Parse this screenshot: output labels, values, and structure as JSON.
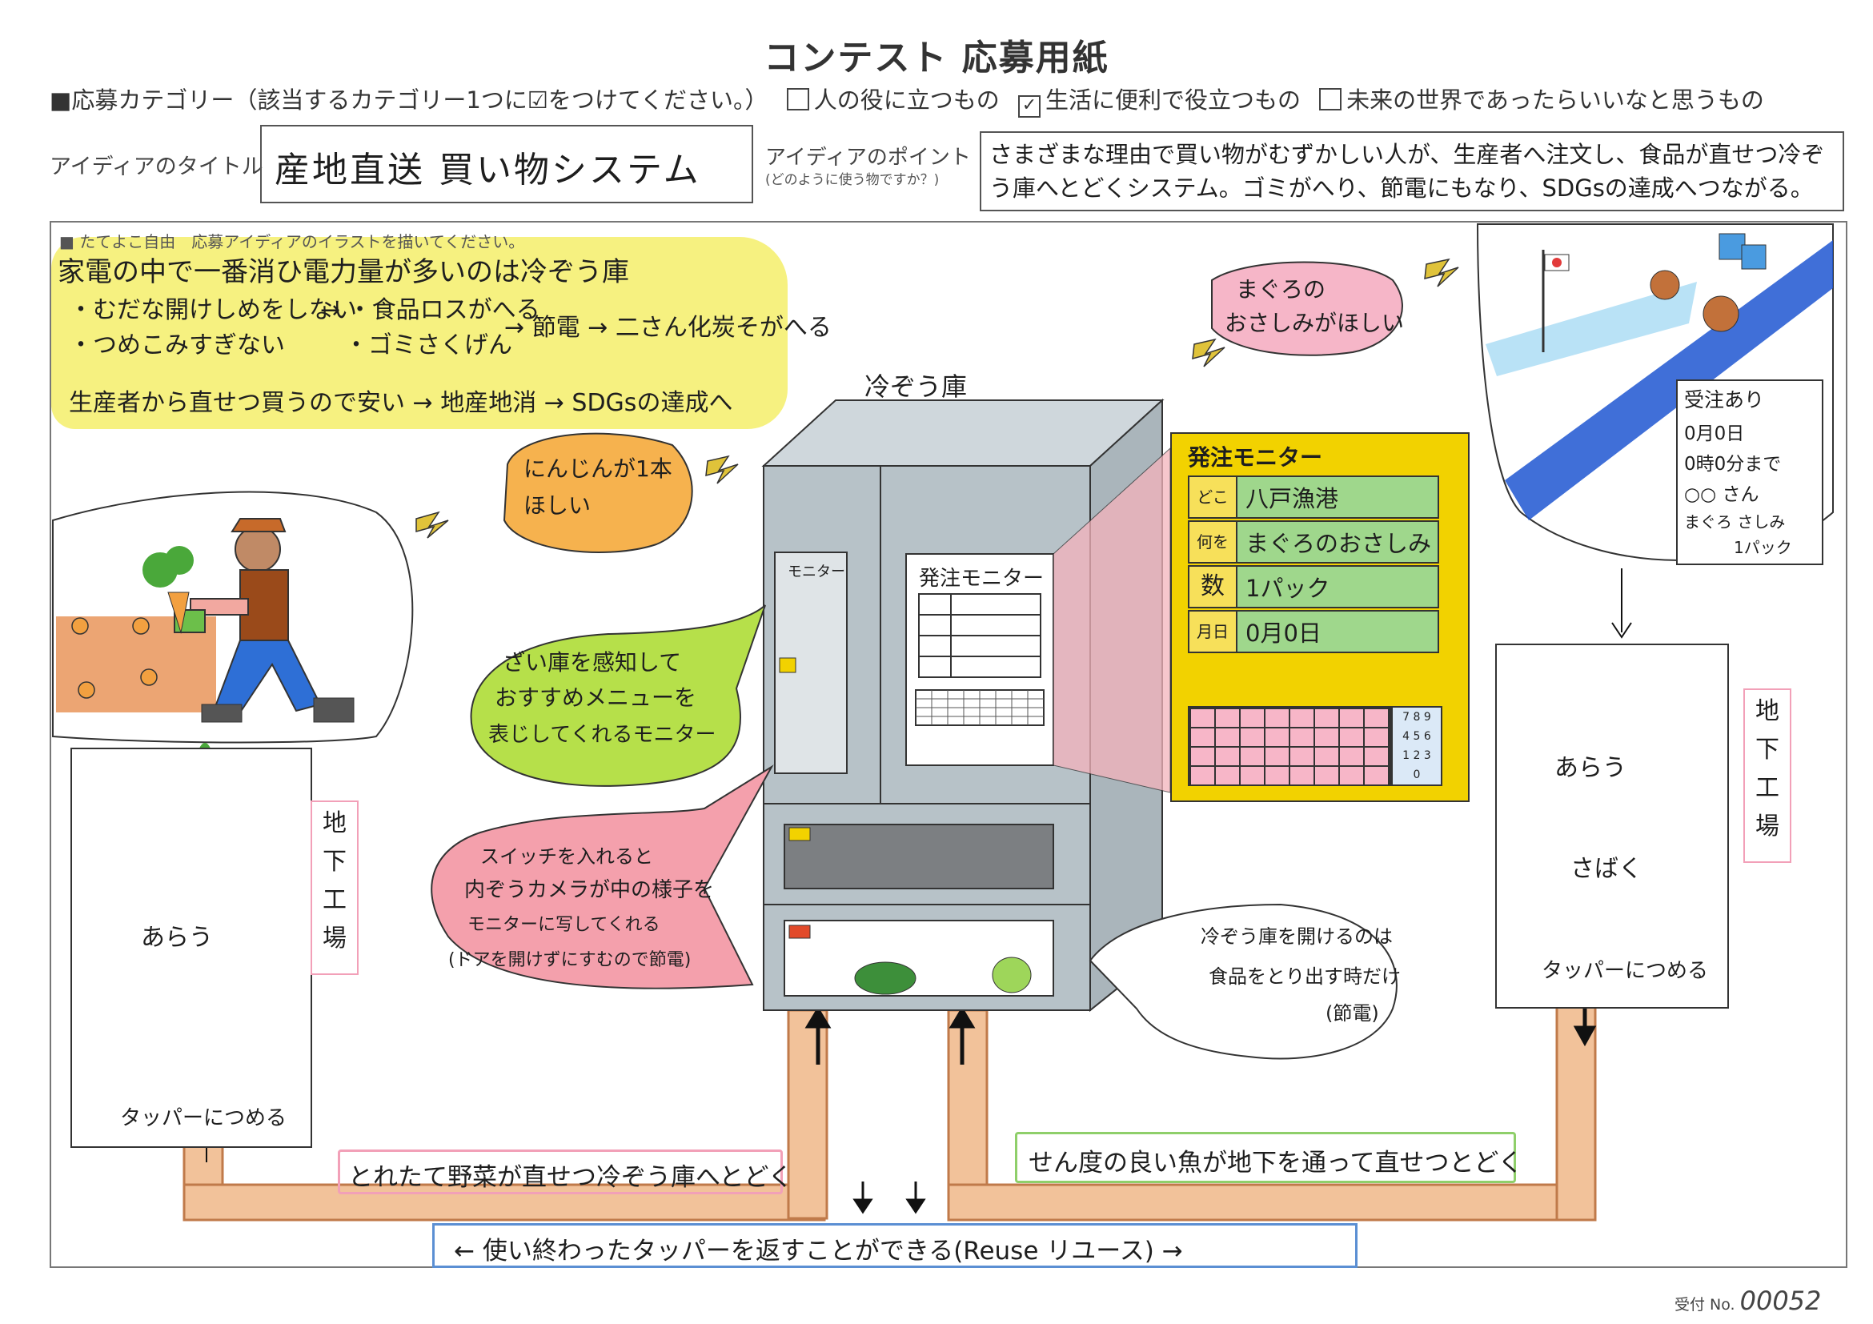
{
  "header": {
    "title": "コンテスト 応募用紙",
    "category_prompt": "■応募カテゴリー（該当するカテゴリー1つに☑をつけてください。）",
    "categories": [
      {
        "label": "人の役に立つもの",
        "checked": false
      },
      {
        "label": "生活に便利で役立つもの",
        "checked": true
      },
      {
        "label": "未来の世界であったらいいなと思うもの",
        "checked": false
      }
    ],
    "idea_title_label": "アイディアのタイトル",
    "idea_title": "産地直送 買い物システム",
    "idea_point_label": "アイディアのポイント",
    "idea_point_sublabel": "(どのように使う物ですか？)",
    "idea_point": "さまざまな理由で買い物がむずかしい人が、生産者へ注文し、食品が直せつ冷ぞう庫へとどくシステム。ゴミがへり、節電にもなり、SDGsの達成へつながる。"
  },
  "frame_note": "■ たてよこ自由　応募アイディアのイラストを描いてください。",
  "yellow_note": {
    "line1": "家電の中で一番消ひ電力量が多いのは冷ぞう庫",
    "line2a": "・むだな開けしめをしない",
    "line2b": "→ ・食品ロスがへる",
    "line3a": "・つめこみすぎない",
    "line3b": "・ゴミさくげん",
    "line3c": "→ 節電 → 二さん化炭そがへる",
    "line4": "生産者から直せつ買うので安い → 地産地消 → SDGsの達成へ"
  },
  "bubbles": {
    "carrot_request_1": "にんじんが1本",
    "carrot_request_2": "ほしい",
    "tuna_request_1": "まぐろの",
    "tuna_request_2": "おさしみがほしい",
    "monitor_desc_1": "ざい庫を感知して",
    "monitor_desc_2": "おすすめメニューを",
    "monitor_desc_3": "表じしてくれるモニター",
    "camera_desc_1": "スイッチを入れると",
    "camera_desc_2": "内ぞうカメラが中の様子を",
    "camera_desc_3": "モニターに写してくれる",
    "camera_desc_4": "(ドアを開けずにすむので節電)",
    "open_desc_1": "冷ぞう庫を開けるのは",
    "open_desc_2": "食品をとり出す時だけ",
    "open_desc_3": "(節電)"
  },
  "fridge": {
    "label": "冷ぞう庫",
    "monitor_small": "モニター",
    "monitor_order": "発注モニター"
  },
  "order_monitor": {
    "title": "発注モニター",
    "rows": [
      {
        "key": "どこから",
        "value": "八戸漁港"
      },
      {
        "key": "何を",
        "value": "まぐろのおさしみ"
      },
      {
        "key": "数",
        "value": "1パック"
      },
      {
        "key": "月日",
        "value": "0月0日"
      }
    ],
    "keypad": [
      "7",
      "8",
      "9",
      "4",
      "5",
      "6",
      "1",
      "2",
      "3",
      "0"
    ]
  },
  "received_order": {
    "title": "受注あり",
    "lines": [
      "0月0日",
      "0時0分まで",
      "○○ さん",
      "まぐろ さしみ",
      "1パック"
    ]
  },
  "factory_left": {
    "side_label": [
      "地",
      "下",
      "工",
      "場"
    ],
    "wash": "あらう",
    "pack": "タッパーにつめる"
  },
  "factory_right": {
    "side_label": [
      "地",
      "下",
      "工",
      "場"
    ],
    "wash": "あらう",
    "cut": "さばく",
    "pack": "タッパーにつめる"
  },
  "bottom": {
    "veg_route": "とれたて野菜が直せつ冷ぞう庫へとどく",
    "fish_route": "せん度の良い魚が地下を通って直せつとどく",
    "reuse": "← 使い終わったタッパーを返すことができる(Reuse リユース) →"
  },
  "receipt": {
    "label": "受付 No.",
    "number": "00052"
  },
  "colors": {
    "highlighter_yellow": "#f5ee6a",
    "pipe_orange": "#f2c29a",
    "monitor_yellow": "#f2d200",
    "monitor_green": "#9fd78c",
    "bubble_pink": "#f4a0ac",
    "bubble_orange": "#f6b24e",
    "bubble_green": "#b6e04a",
    "fridge_gray": "#b7c2c8"
  }
}
